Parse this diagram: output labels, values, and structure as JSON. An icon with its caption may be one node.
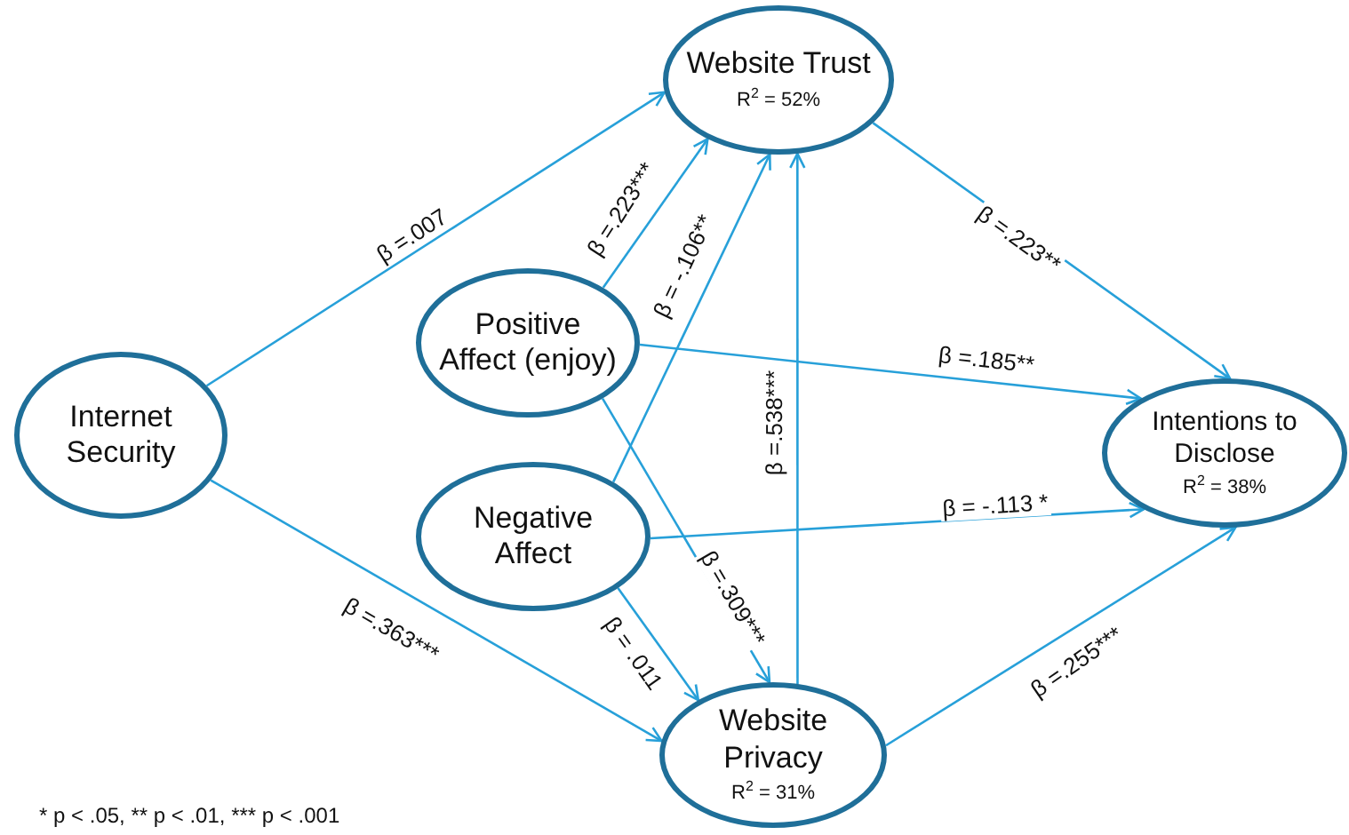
{
  "diagram": {
    "nodes": [
      {
        "text": [
          "Internet Security"
        ]
      },
      {
        "text": [
          "Website Trust",
          "R$^{2}$ = 52%"
        ]
      },
      {
        "text": [
          "Positive Affect (enjoy)"
        ]
      },
      {
        "text": [
          "Negative Affect"
        ]
      },
      {
        "text": [
          "Intentions to Disclose",
          "R$^{2}$ = 38%"
        ]
      },
      {
        "text": [
          "Website Privacy",
          "R$^{2}$ = 31%"
        ]
      }
    ],
    "edges": [
      {
        "from": 0,
        "to": 1,
        "arrow": "to",
        "label": "β =.007"
      },
      {
        "from": 2,
        "to": 1,
        "arrow": "to",
        "label": "β =.223***"
      },
      {
        "from": 3,
        "to": 1,
        "arrow": "to",
        "label": "β = -.106**"
      },
      {
        "from": 5,
        "to": 1,
        "arrow": "to",
        "label": "β =.538***"
      },
      {
        "from": 1,
        "to": 4,
        "arrow": "to",
        "label": "β =.223**"
      },
      {
        "from": 2,
        "to": 4,
        "arrow": "to",
        "label": "β =.185**"
      },
      {
        "from": 3,
        "to": 4,
        "arrow": "to",
        "label": "β = -.113 *"
      },
      {
        "from": 5,
        "to": 4,
        "arrow": "to",
        "label": "β =.255***"
      },
      {
        "from": 0,
        "to": 5,
        "arrow": "to",
        "label": "β =.363***"
      },
      {
        "from": 2,
        "to": 5,
        "arrow": "to",
        "label": "β =.309***"
      },
      {
        "from": 3,
        "to": 5,
        "arrow": "to",
        "label": "β = .011"
      }
    ],
    "labels": [
      "* p < .05, ** p < .01, *** p < .001"
    ]
  }
}
